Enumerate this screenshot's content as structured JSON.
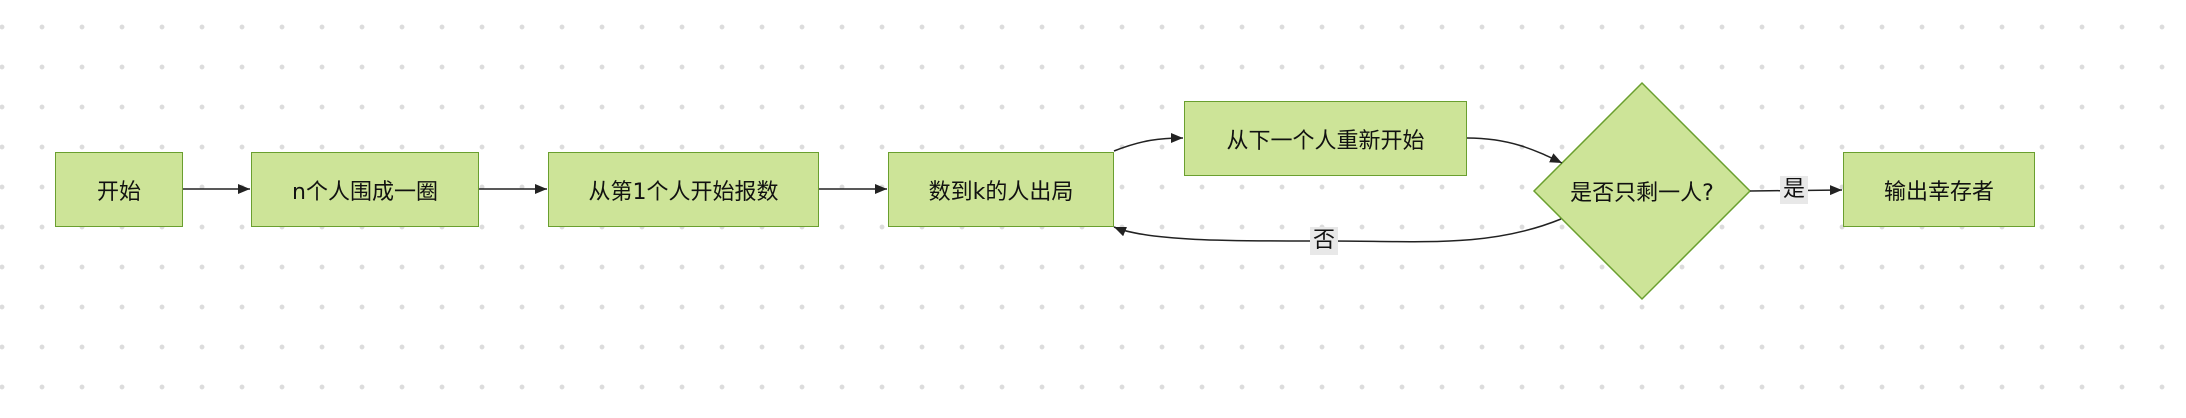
{
  "nodes": {
    "start": "开始",
    "circle": "n个人围成一圈",
    "count_from_first": "从第1个人开始报数",
    "kth_out": "数到k的人出局",
    "restart_next": "从下一个人重新开始",
    "decision": "是否只剩一人?",
    "output_survivor": "输出幸存者"
  },
  "edge_labels": {
    "yes": "是",
    "no": "否"
  },
  "colors": {
    "node_fill": "#cde498",
    "node_border": "#6a9f2f",
    "edge": "#222222"
  }
}
